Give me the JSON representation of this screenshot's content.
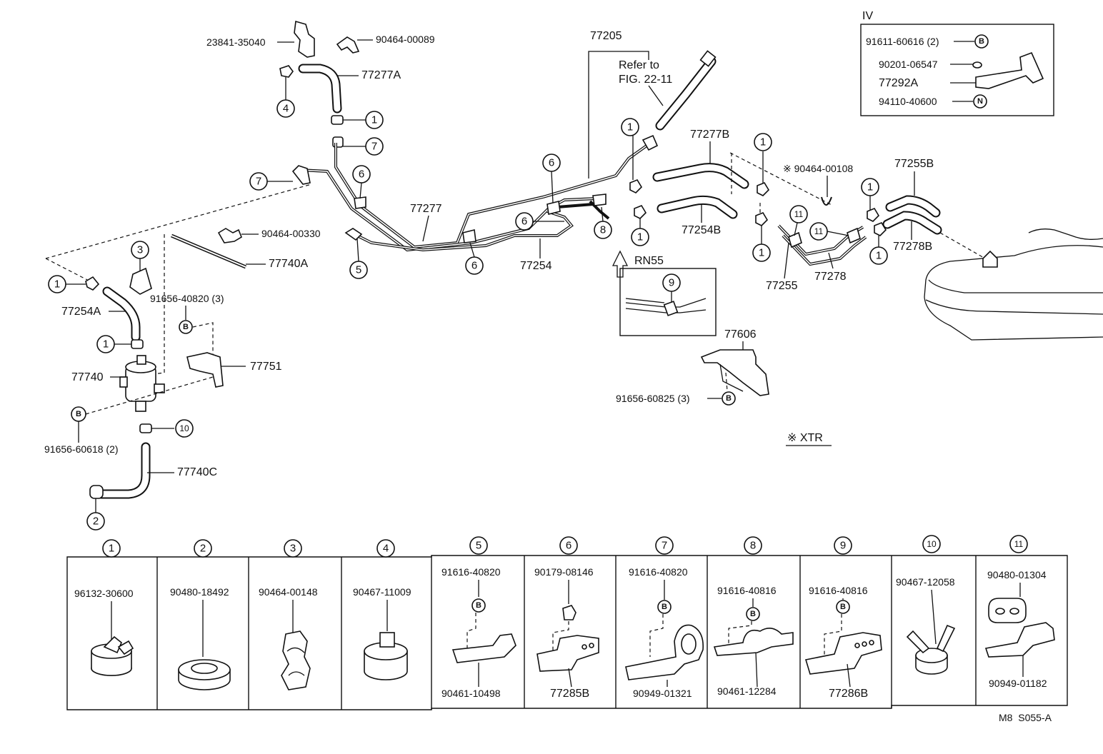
{
  "fig_code": "M8  S055-A",
  "top_labels": {
    "p23841": "23841-35040",
    "p90464_89": "90464-00089",
    "p77277a": "77277A",
    "p77205": "77205",
    "refer_line1": "Refer to",
    "refer_line2": "FIG. 22-11",
    "p77277b": "77277B",
    "p90464_108": "※ 90464-00108",
    "p77255b": "77255B",
    "p77277": "77277",
    "p90464_330": "90464-00330",
    "p77740a": "77740A",
    "p77254": "77254",
    "p77254b": "77254B",
    "p77255": "77255",
    "p77278": "77278",
    "p77278b": "77278B",
    "p77254a": "77254A",
    "p91656_820": "91656-40820 (3)",
    "p77740": "77740",
    "p77751": "77751",
    "p91656_618": "91656-60618 (2)",
    "p77740c": "77740C",
    "rn55": "RN55",
    "p77606": "77606",
    "p91656_825": "91656-60825 (3)",
    "xtr": "※ XTR"
  },
  "inset_iv": {
    "title": "IV",
    "rows": [
      {
        "part": "91611-60616 (2)",
        "marker": "B"
      },
      {
        "part": "90201-06547",
        "marker": ""
      },
      {
        "part": "77292A",
        "marker": ""
      },
      {
        "part": "94110-40600",
        "marker": "N"
      }
    ]
  },
  "callouts": {
    "c1": "1",
    "c2": "2",
    "c3": "3",
    "c4": "4",
    "c5": "5",
    "c6": "6",
    "c7": "7",
    "c8": "8",
    "c9": "9",
    "c10": "10",
    "c11": "11",
    "b": "B"
  },
  "legend": [
    {
      "num": "1",
      "top": "96132-30600",
      "bottom": ""
    },
    {
      "num": "2",
      "top": "90480-18492",
      "bottom": ""
    },
    {
      "num": "3",
      "top": "90464-00148",
      "bottom": ""
    },
    {
      "num": "4",
      "top": "90467-11009",
      "bottom": ""
    },
    {
      "num": "5",
      "top": "91616-40820",
      "bottom": "90461-10498"
    },
    {
      "num": "6",
      "top": "90179-08146",
      "bottom": "77285B"
    },
    {
      "num": "7",
      "top": "91616-40820",
      "bottom": "90949-01321"
    },
    {
      "num": "8",
      "top": "91616-40816",
      "bottom": "90461-12284"
    },
    {
      "num": "9",
      "top": "91616-40816",
      "bottom": "77286B"
    },
    {
      "num": "10",
      "top": "90467-12058",
      "bottom": ""
    },
    {
      "num": "11",
      "top": "90480-01304",
      "bottom": "90949-01182"
    }
  ]
}
